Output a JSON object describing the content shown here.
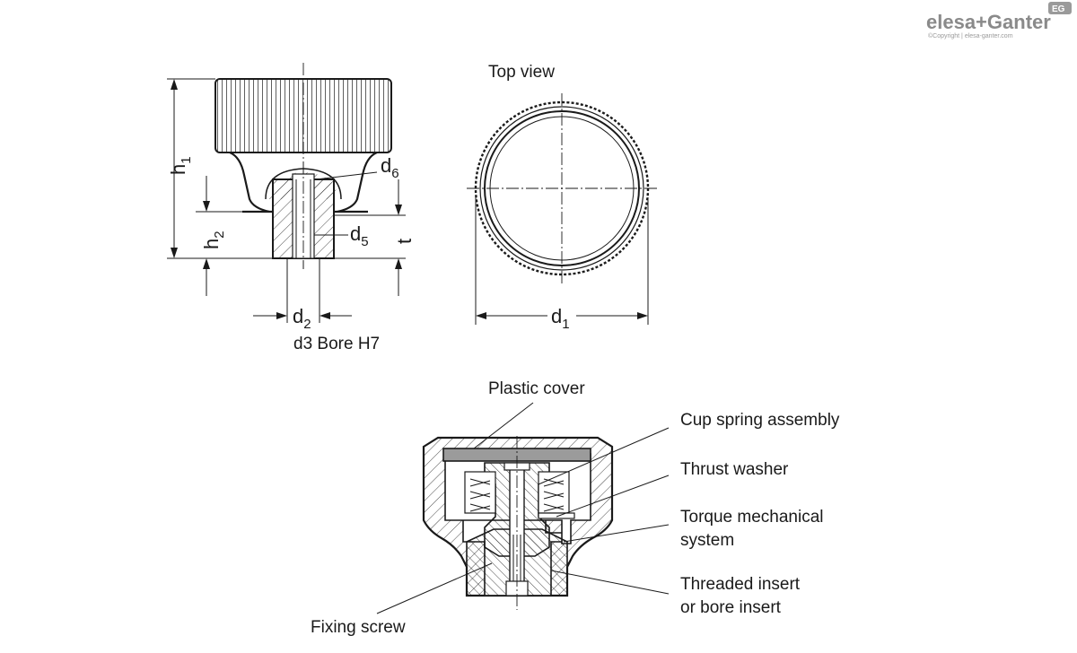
{
  "brand": {
    "logo_text": "elesa+Ganter",
    "copyright": "©Copyright | elesa-ganter.com",
    "badge": "EG"
  },
  "side_view": {
    "dim_h1": "h",
    "dim_h1_sub": "1",
    "dim_h2": "h",
    "dim_h2_sub": "2",
    "dim_d6": "d",
    "dim_d6_sub": "6",
    "dim_d5": "d",
    "dim_d5_sub": "5",
    "dim_t": "t",
    "dim_d2": "d",
    "dim_d2_sub": "2",
    "bore_note": "d3 Bore H7"
  },
  "top_view": {
    "title": "Top view",
    "dim_d1": "d",
    "dim_d1_sub": "1"
  },
  "section_view": {
    "labels": {
      "plastic_cover": "Plastic cover",
      "cup_spring": "Cup spring assembly",
      "thrust_washer": "Thrust washer",
      "torque_line1": "Torque mechanical",
      "torque_line2": "system",
      "threaded_line1": "Threaded insert",
      "threaded_line2": "or bore insert",
      "fixing_screw": "Fixing screw"
    }
  }
}
